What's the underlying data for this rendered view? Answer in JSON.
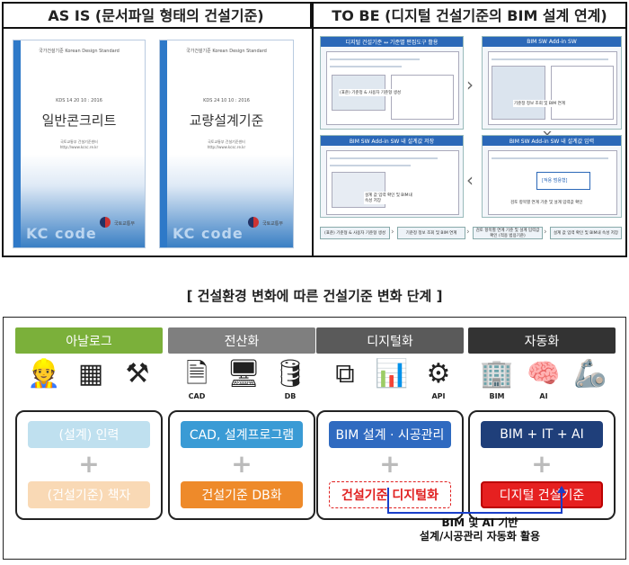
{
  "top": {
    "left_header": "AS IS (문서파일 형태의 건설기준)",
    "right_header": "TO BE (디지털 건설기준의 BIM 설계 연계)",
    "books": [
      {
        "code": "KDS 14 20 10 : 2016",
        "title": "일반콘크리트",
        "publisher": "국토교통부",
        "watermark": "KC code"
      },
      {
        "code": "KDS 24 10 10 : 2016",
        "title": "교량설계기준",
        "publisher": "국토교통부",
        "watermark": "KC code"
      }
    ],
    "screens": [
      {
        "bar": "디지털 건설기준 ↔ 기준별 편집도구 활용",
        "note": "(표준) 기준정 & 사용자 기준형 생성"
      },
      {
        "bar": "BIM SW Add-in SW",
        "note": "기준정 정보 조회 및 BIM 연계"
      },
      {
        "bar": "BIM SW Add-in SW 내 설계값 저장",
        "note": "설계 값 입력 확인 및 BIM내 속성 저장"
      },
      {
        "bar": "BIM SW Add-in SW 내 설계값 입력",
        "note": "검토 항목별 연계 기준 및 설계 입력값 확인",
        "tag": "[적용 범용형]"
      }
    ],
    "flow": [
      "(표준) 기준형 & 사용자 기준형 생성",
      "기준정 정보 조회 및 BIM 연계",
      "검토 항목별 연계 기준 및 설계 입력값 확인 (적용 범용기준)",
      "설계 값 입력 확인 및 BIM내 속성 저장"
    ]
  },
  "bottom": {
    "title": "[ 건설환경 변화에 따른 건설기준 변화 단계 ]",
    "stages": [
      {
        "label": "아날로그",
        "color": "#7bb03a",
        "top": "(설계) 인력",
        "bottom": "(건설기준) 책자",
        "top_color": "#bfe0ef",
        "bottom_color": "#f9d9b5",
        "icons": [
          "worker-icon",
          "blueprint-icon",
          "jackhammer-icon"
        ],
        "icon_labels": [
          "",
          "",
          ""
        ]
      },
      {
        "label": "전산화",
        "color": "#7f7f7f",
        "top": "CAD, 설계프로그램",
        "bottom": "건설기준 DB화",
        "top_color": "#3a9bd5",
        "bottom_color": "#ee8a2a",
        "icons": [
          "cad-file-icon",
          "computer-icon",
          "database-icon"
        ],
        "icon_labels": [
          "CAD",
          "",
          "DB"
        ]
      },
      {
        "label": "디지털화",
        "color": "#5a5a5a",
        "top": "BIM 설계 · 시공관리",
        "bottom": "건설기준 디지털화",
        "top_color": "#2f6ac0",
        "bottom_color": "#ffffff",
        "icons": [
          "network-icon",
          "monitor-chart-icon",
          "api-icon"
        ],
        "icon_labels": [
          "",
          "",
          "API"
        ]
      },
      {
        "label": "자동화",
        "color": "#333333",
        "top": "BIM + IT + AI",
        "bottom": "디지털 건설기준",
        "top_color": "#1f3f7a",
        "bottom_color": "#e62020",
        "icons": [
          "bim-building-icon",
          "ai-brain-icon",
          "robot-arm-icon"
        ],
        "icon_labels": [
          "BIM",
          "AI",
          ""
        ]
      }
    ],
    "callout": [
      "BIM 및 AI 기반",
      "설계/시공관리 자동화 활용"
    ]
  }
}
